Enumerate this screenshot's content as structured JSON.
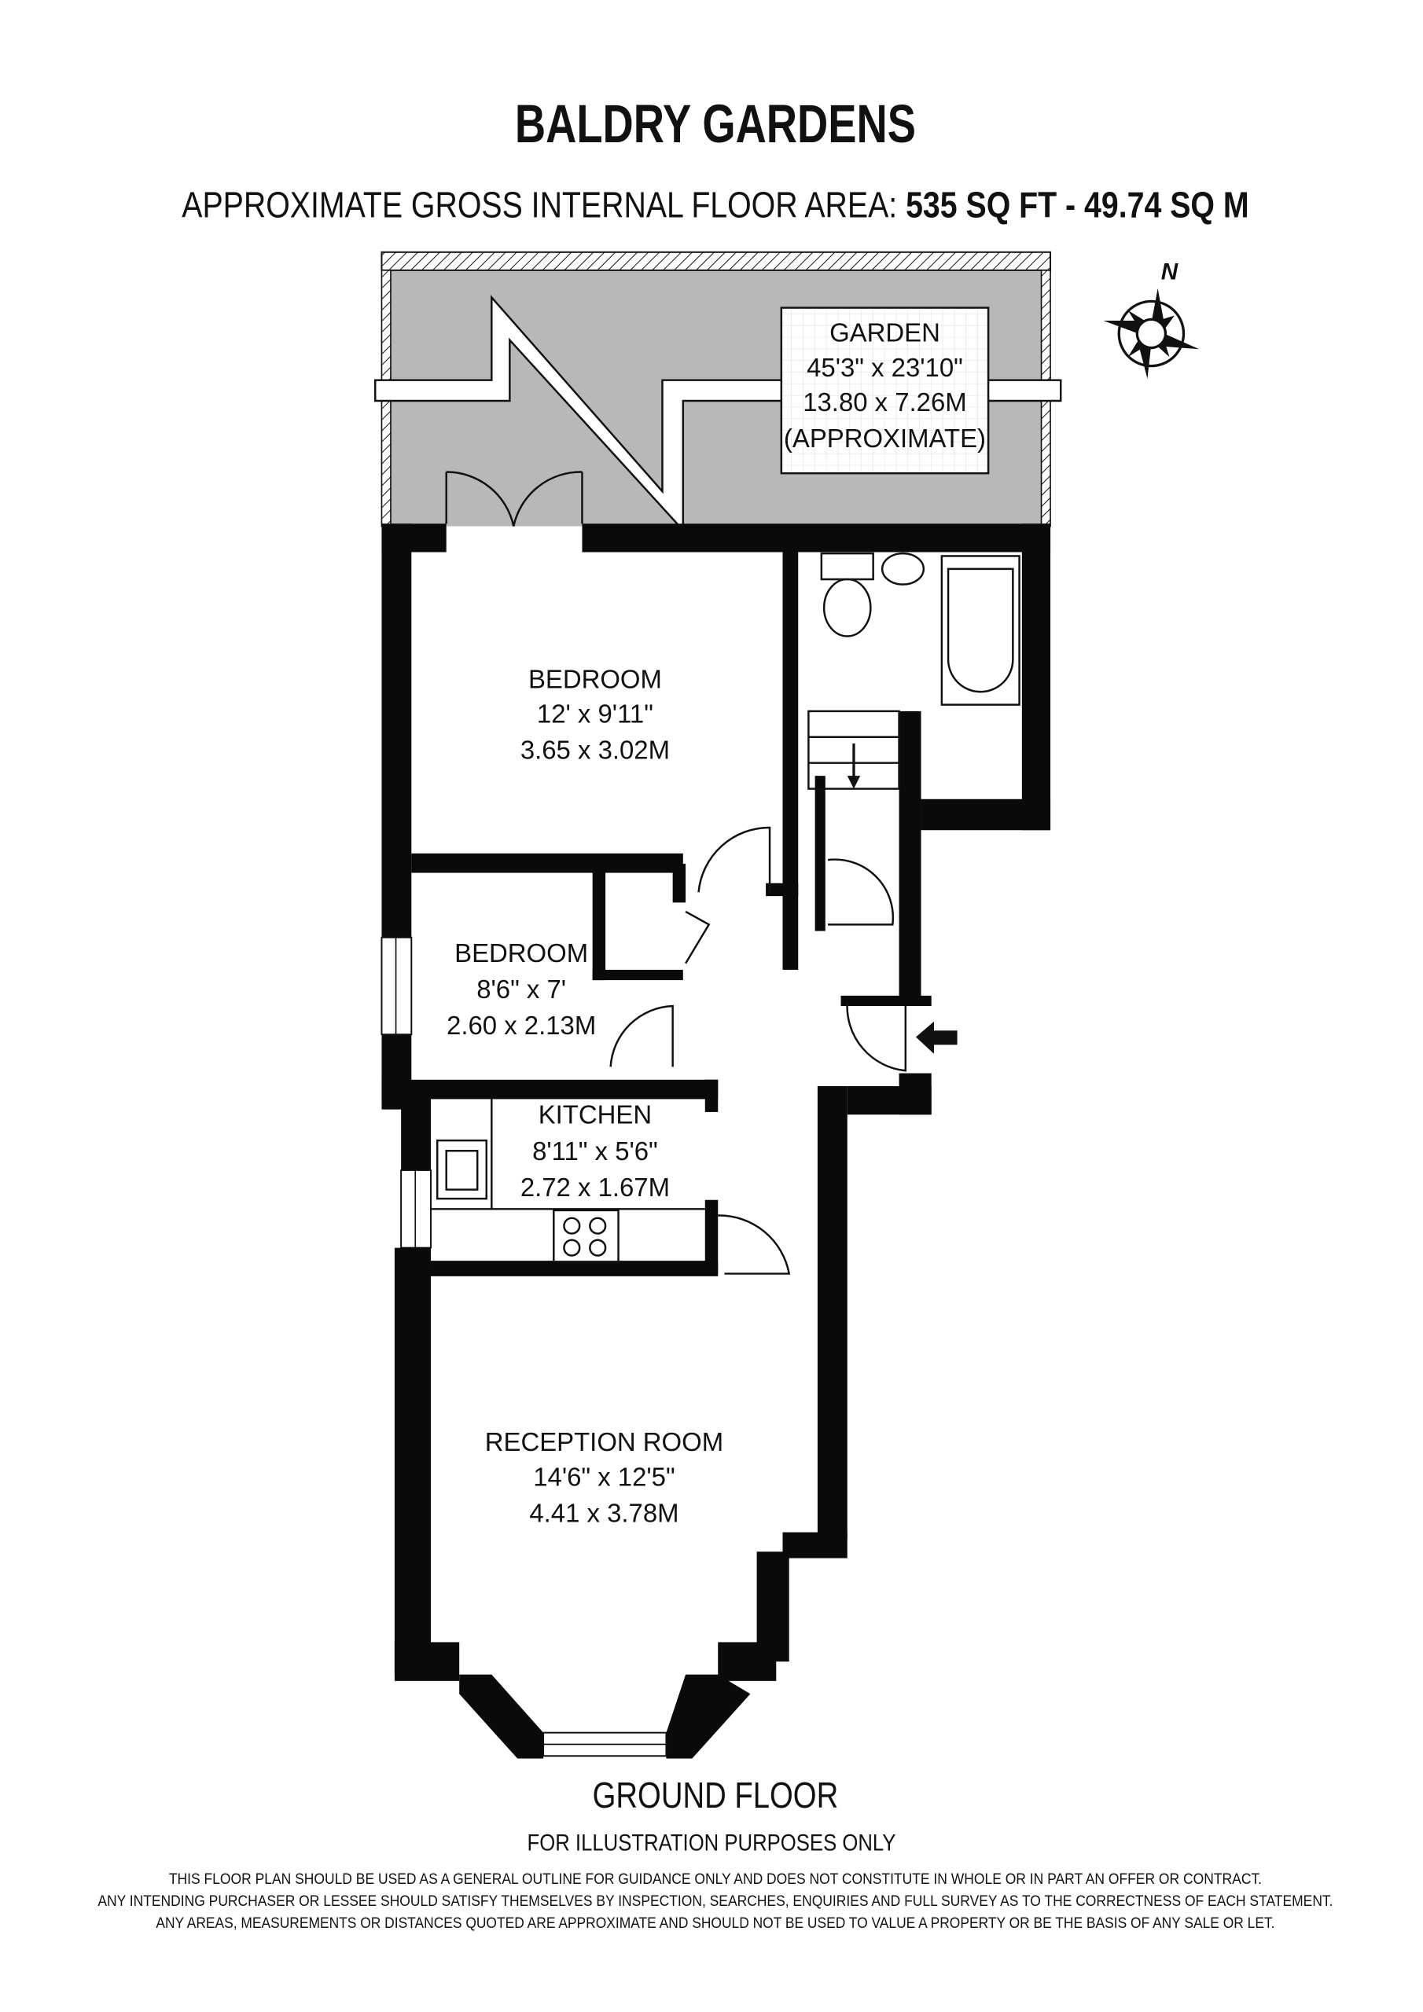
{
  "title": "BALDRY GARDENS",
  "area": {
    "label": "APPROXIMATE GROSS INTERNAL FLOOR AREA:",
    "sq_ft": "535 SQ FT",
    "separator": "-",
    "sq_m": "49.74 SQ M"
  },
  "compass": {
    "label": "N"
  },
  "rooms": {
    "garden": {
      "name": "GARDEN",
      "imperial": "45'3\" x 23'10\"",
      "metric": "13.80 x 7.26M",
      "note": "(APPROXIMATE)"
    },
    "bedroom1": {
      "name": "BEDROOM",
      "imperial": "12' x 9'11\"",
      "metric": "3.65 x 3.02M"
    },
    "bedroom2": {
      "name": "BEDROOM",
      "imperial": "8'6\" x 7'",
      "metric": "2.60 x 2.13M"
    },
    "kitchen": {
      "name": "KITCHEN",
      "imperial": "8'11\" x 5'6\"",
      "metric": "2.72 x 1.67M"
    },
    "reception": {
      "name": "RECEPTION ROOM",
      "imperial": "14'6\" x 12'5\"",
      "metric": "4.41 x 3.78M"
    }
  },
  "floor_label": "GROUND FLOOR",
  "illustration_note": "FOR ILLUSTRATION PURPOSES ONLY",
  "disclaimer": [
    "THIS FLOOR PLAN SHOULD BE USED AS A GENERAL OUTLINE FOR GUIDANCE ONLY AND DOES NOT CONSTITUTE IN WHOLE OR IN PART AN OFFER OR CONTRACT.",
    "ANY INTENDING PURCHASER OR LESSEE SHOULD SATISFY THEMSELVES BY INSPECTION, SEARCHES, ENQUIRIES AND FULL SURVEY AS TO THE CORRECTNESS OF EACH STATEMENT.",
    "ANY AREAS, MEASUREMENTS OR DISTANCES QUOTED ARE APPROXIMATE AND SHOULD NOT BE USED TO VALUE A PROPERTY OR BE THE BASIS OF ANY SALE OR LET."
  ],
  "colors": {
    "garden": "#b8b8b8",
    "wall": "#0a0a0a"
  }
}
